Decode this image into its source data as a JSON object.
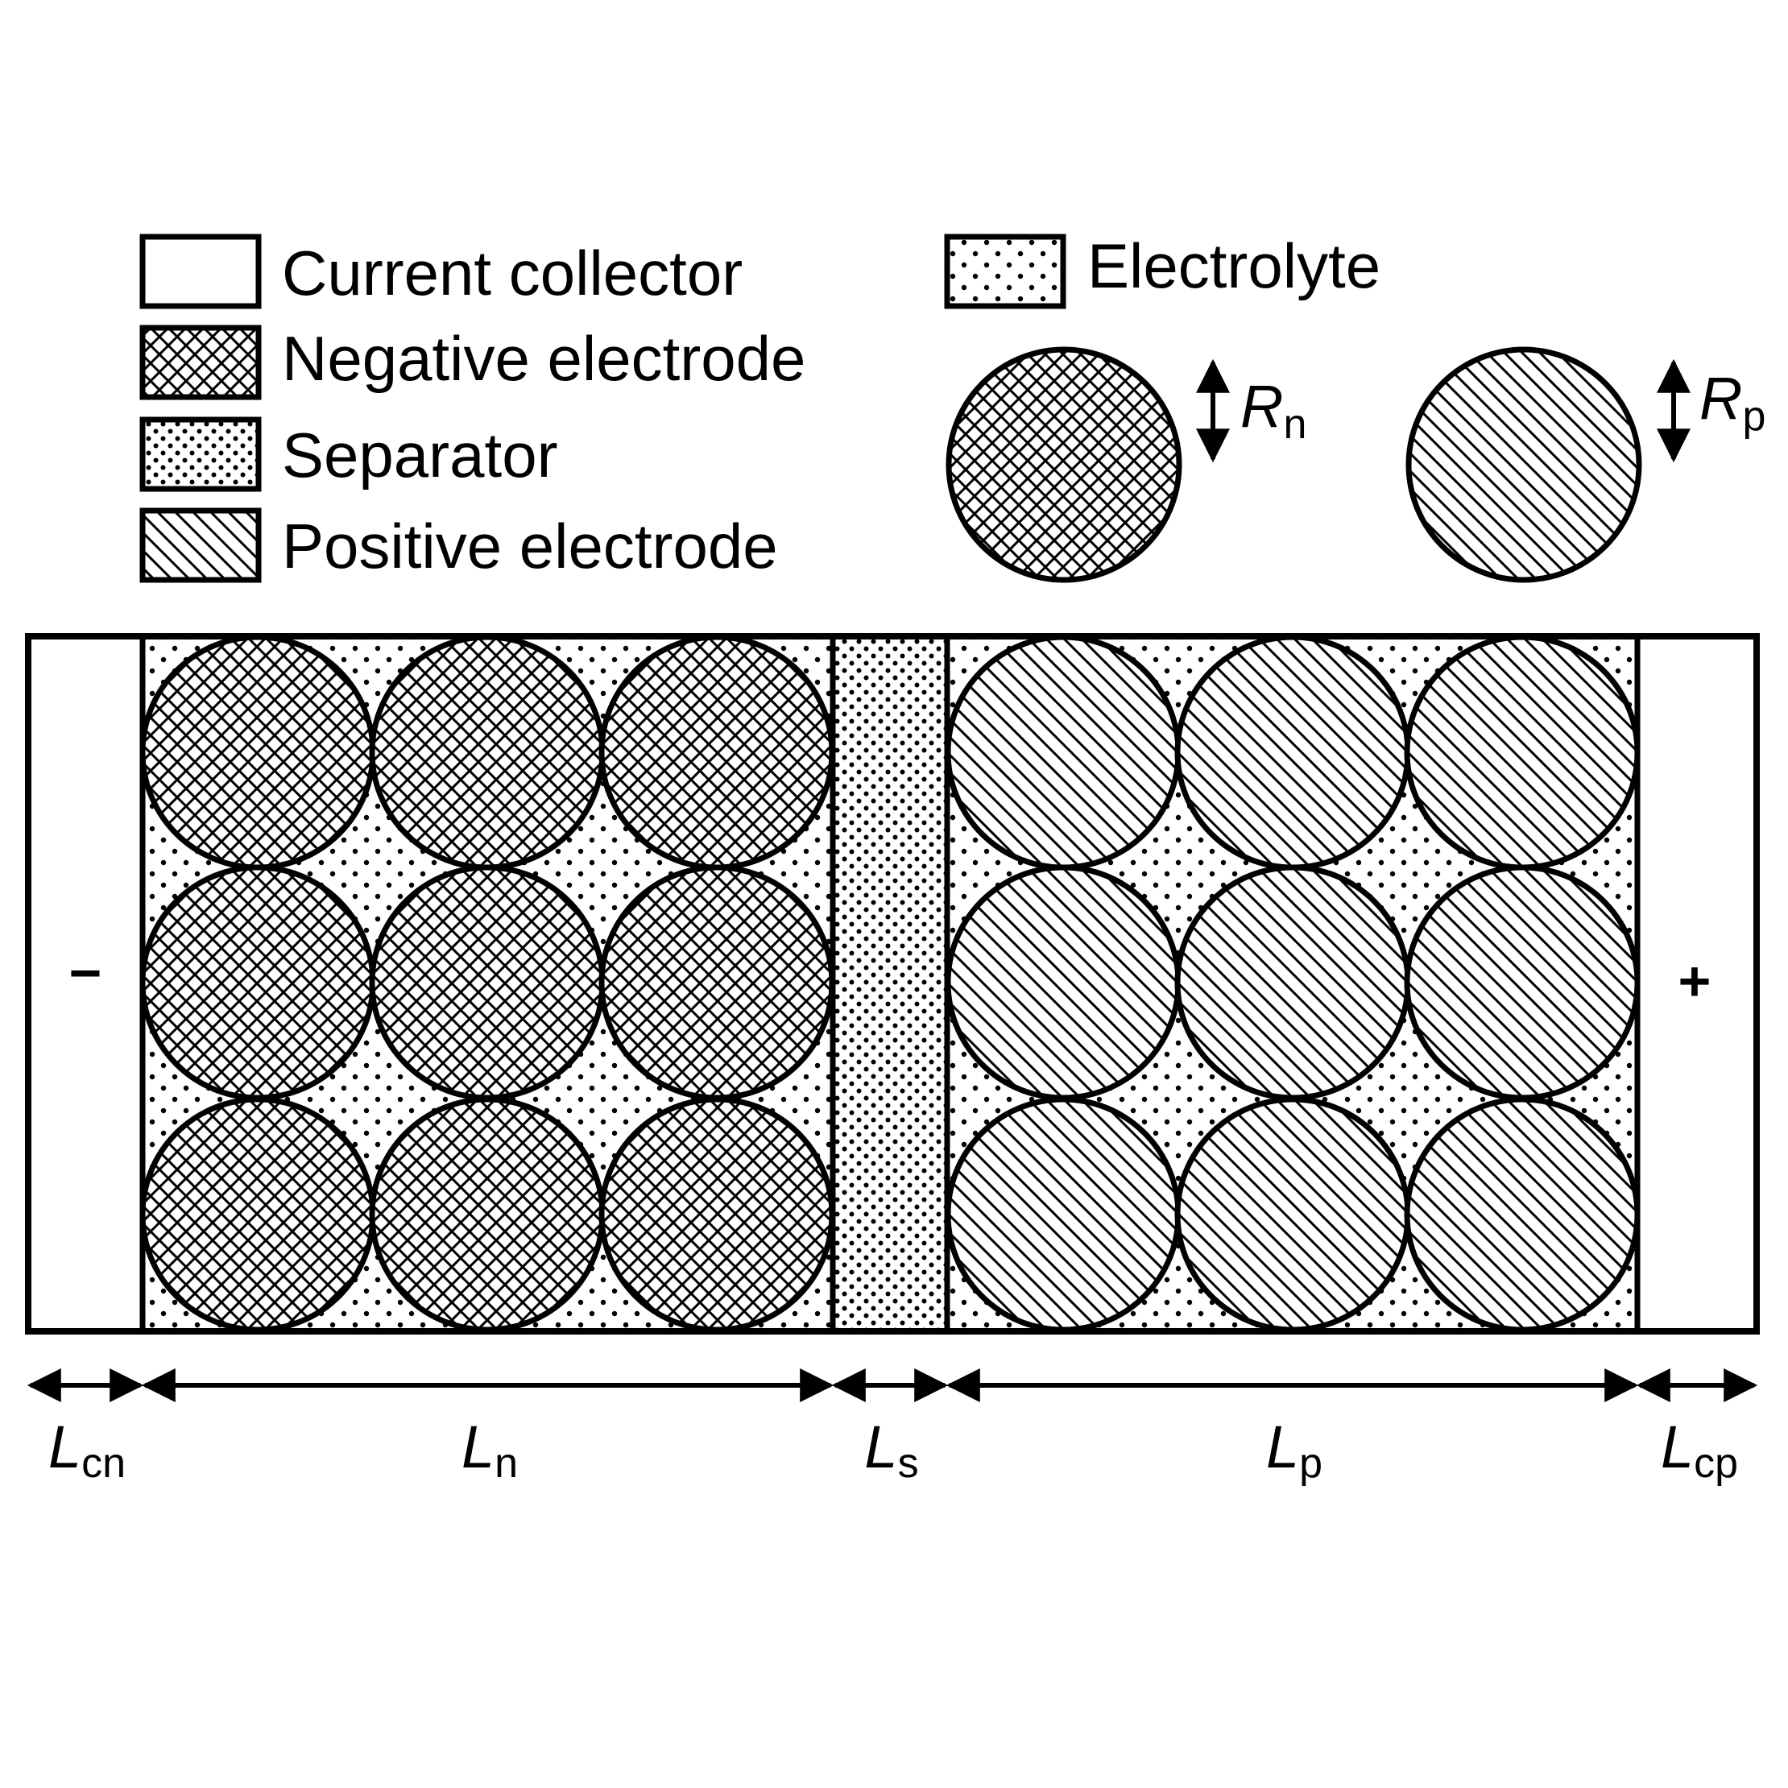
{
  "legend": {
    "current_collector": "Current collector",
    "negative_electrode": "Negative electrode",
    "separator": "Separator",
    "positive_electrode": "Positive electrode",
    "electrolyte": "Electrolyte"
  },
  "radius_labels": {
    "negative": {
      "main": "R",
      "sub": "n"
    },
    "positive": {
      "main": "R",
      "sub": "p"
    }
  },
  "terminals": {
    "negative": "−",
    "positive": "+"
  },
  "lengths": {
    "cn": {
      "main": "L",
      "sub": "cn"
    },
    "n": {
      "main": "L",
      "sub": "n"
    },
    "s": {
      "main": "L",
      "sub": "s"
    },
    "p": {
      "main": "L",
      "sub": "p"
    },
    "cp": {
      "main": "L",
      "sub": "cp"
    }
  },
  "colors": {
    "stroke": "#000000",
    "background": "#ffffff"
  }
}
